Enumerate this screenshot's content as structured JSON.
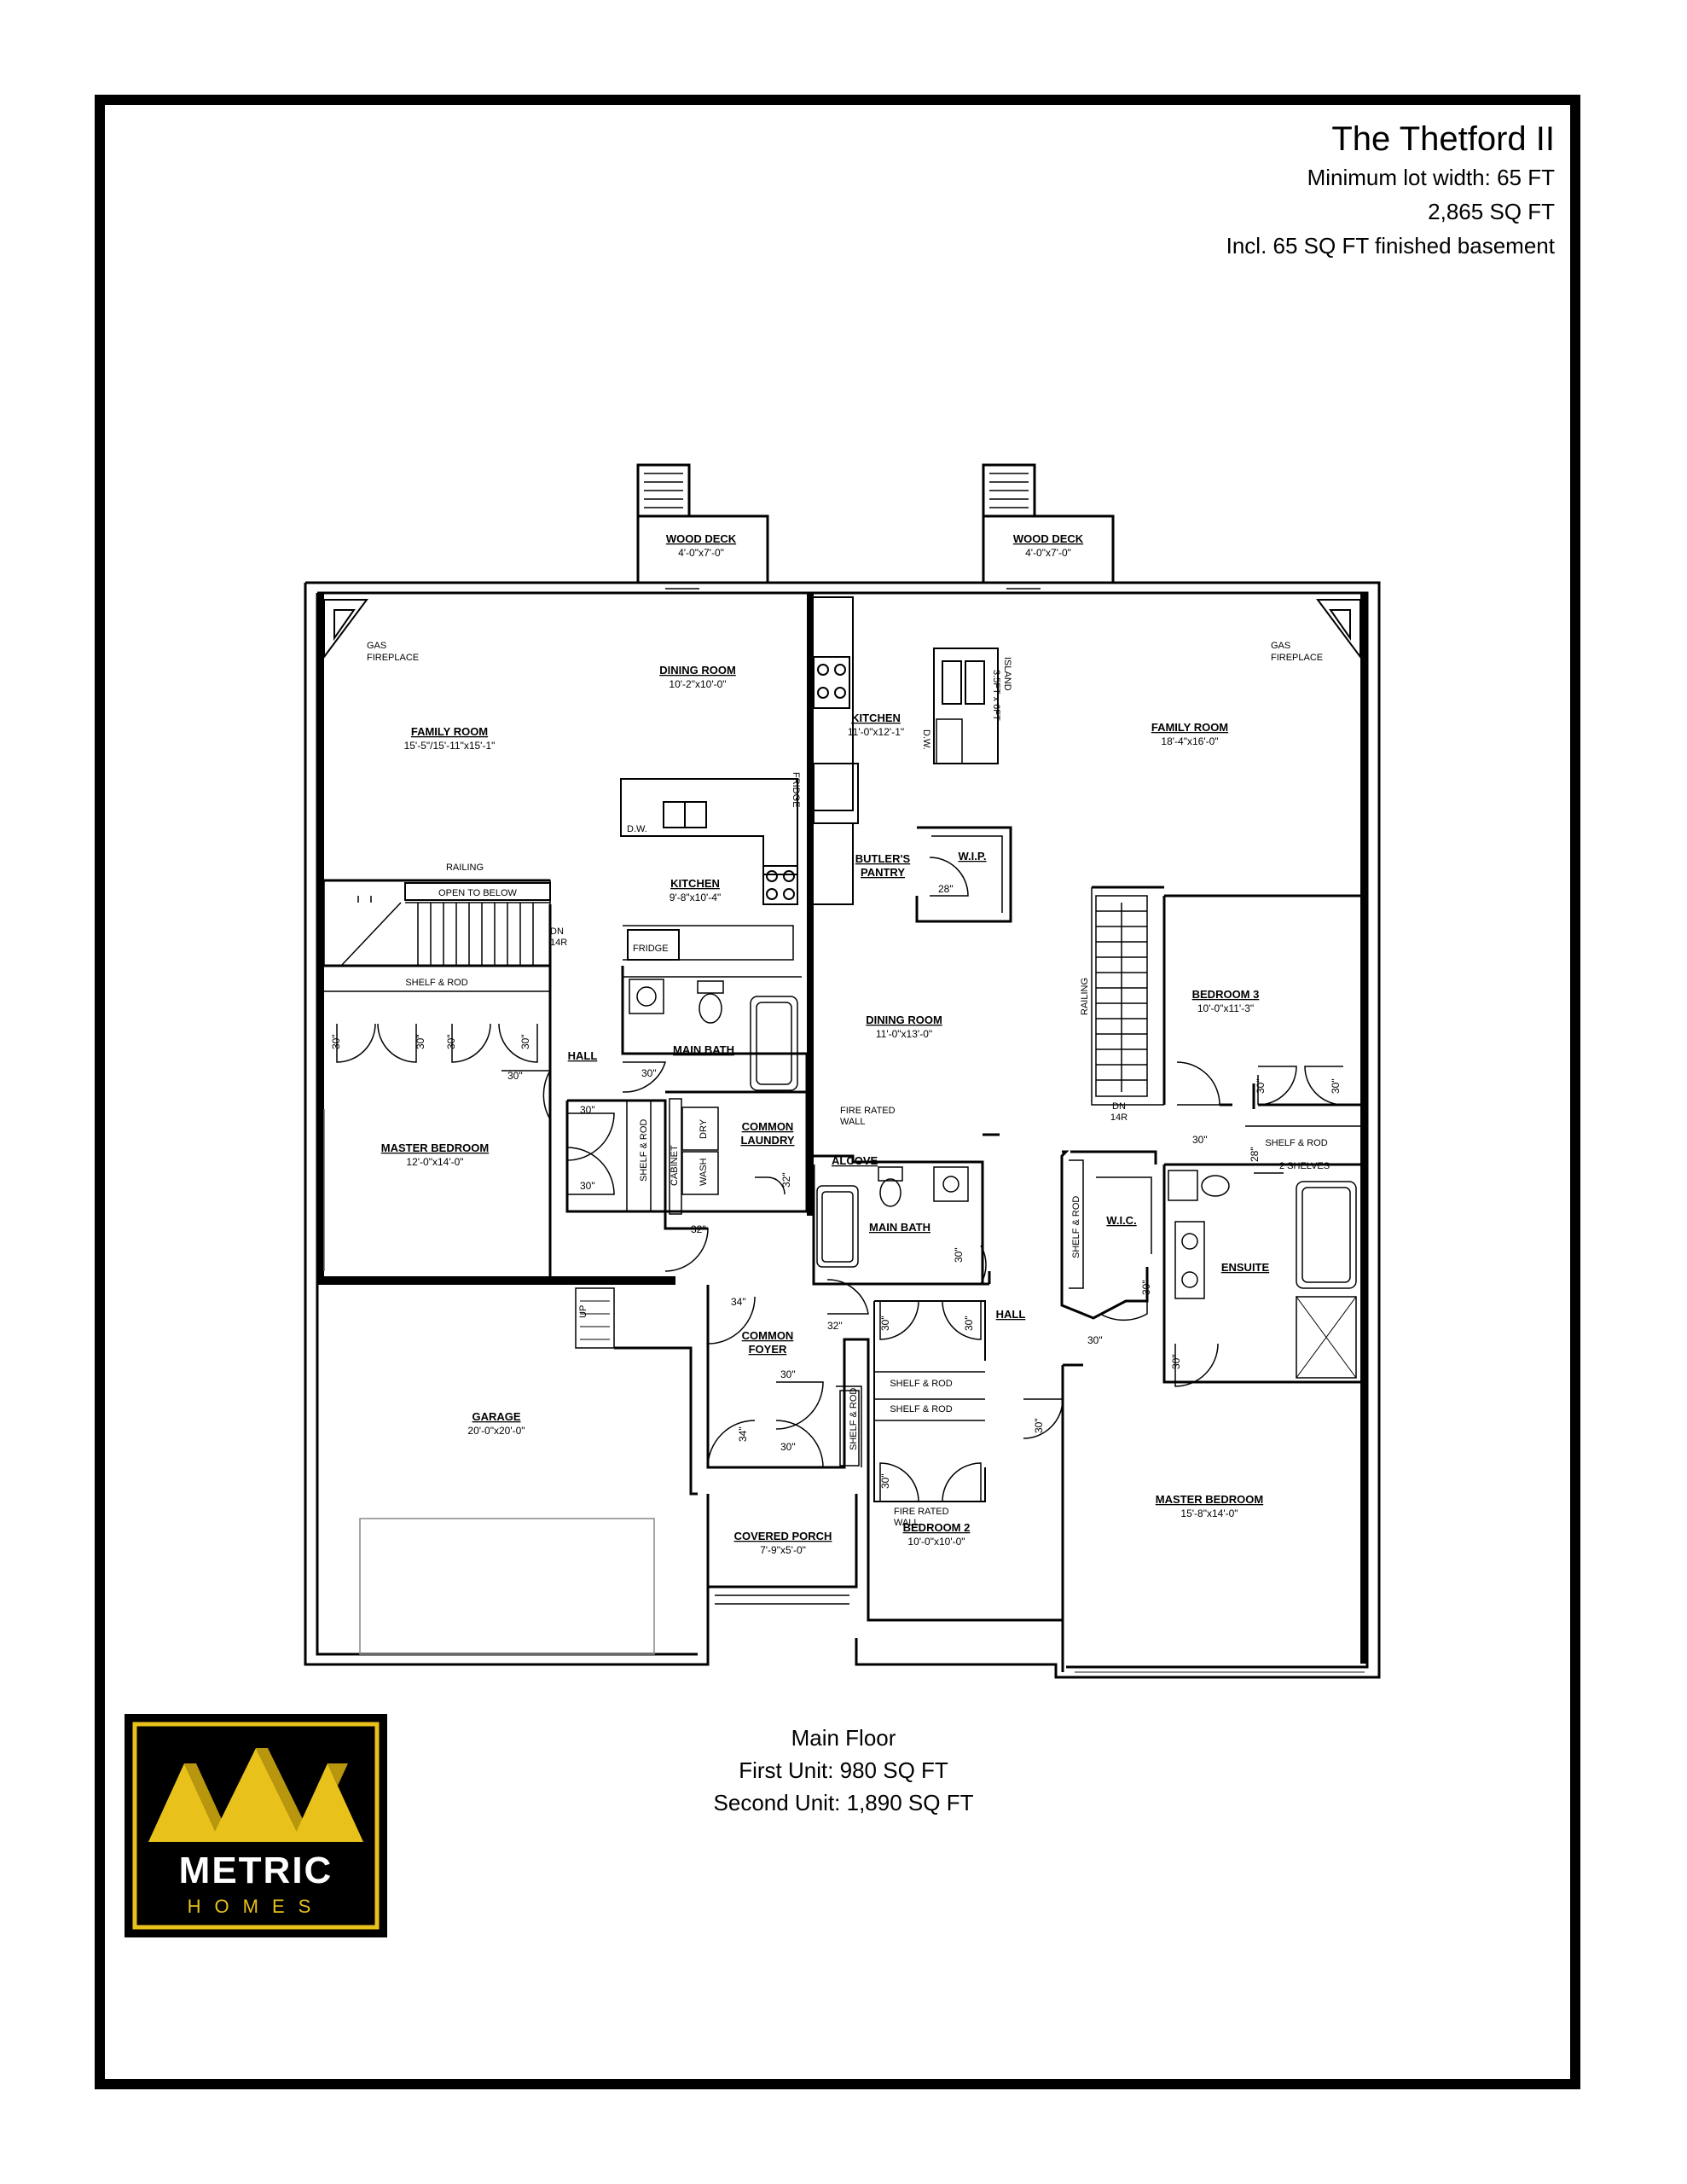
{
  "header": {
    "title": "The Thetford II",
    "lot_width": "Minimum lot width: 65 FT",
    "sq_ft": "2,865 SQ FT",
    "basement": "Incl. 65 SQ FT finished basement"
  },
  "footer": {
    "floor": "Main Floor",
    "unit1": "First Unit: 980 SQ FT",
    "unit2": "Second Unit: 1,890 SQ FT"
  },
  "logo": {
    "word1": "METRIC",
    "word2": "HOMES",
    "bg": "#000000",
    "gold": "#e8c21a"
  },
  "rooms": {
    "deck_l": {
      "name": "WOOD DECK",
      "dim": "4'-0\"x7'-0\""
    },
    "deck_r": {
      "name": "WOOD DECK",
      "dim": "4'-0\"x7'-0\""
    },
    "fireplace_l": {
      "line1": "GAS",
      "line2": "FIREPLACE"
    },
    "fireplace_r": {
      "line1": "GAS",
      "line2": "FIREPLACE"
    },
    "dining_l": {
      "name": "DINING ROOM",
      "dim": "10'-2\"x10'-0\""
    },
    "family_l": {
      "name": "FAMILY ROOM",
      "dim": "15'-5\"/15'-11\"x15'-1\""
    },
    "kitchen_l": {
      "name": "KITCHEN",
      "dim": "9'-8\"x10'-4\""
    },
    "kitchen_r": {
      "name": "KITCHEN",
      "dim": "11'-0\"x12'-1\""
    },
    "family_r": {
      "name": "FAMILY ROOM",
      "dim": "18'-4\"x16'-0\""
    },
    "butler": {
      "line1": "BUTLER'S",
      "line2": "PANTRY"
    },
    "wip": {
      "name": "W.I.P."
    },
    "dining_r": {
      "name": "DINING ROOM",
      "dim": "11'-0\"x13'-0\""
    },
    "bed3": {
      "name": "BEDROOM 3",
      "dim": "10'-0\"x11'-3\""
    },
    "main_bath_l": {
      "name": "MAIN BATH"
    },
    "main_bath_r": {
      "name": "MAIN BATH"
    },
    "master_l": {
      "name": "MASTER BEDROOM",
      "dim": "12'-0\"x14'-0\""
    },
    "laundry": {
      "line1": "COMMON",
      "line2": "LAUNDRY"
    },
    "alcove": {
      "name": "ALCOVE"
    },
    "wic": {
      "name": "W.I.C."
    },
    "ensuite": {
      "name": "ENSUITE"
    },
    "hall_l": {
      "name": "HALL"
    },
    "hall_r": {
      "name": "HALL"
    },
    "garage": {
      "name": "GARAGE",
      "dim": "20'-0\"x20'-0\""
    },
    "foyer": {
      "line1": "COMMON",
      "line2": "FOYER"
    },
    "porch": {
      "name": "COVERED PORCH",
      "dim": "7'-9\"x5'-0\""
    },
    "bed2": {
      "name": "BEDROOM 2",
      "dim": "10'-0\"x10'-0\""
    },
    "master_r": {
      "name": "MASTER BEDROOM",
      "dim": "15'-8\"x14'-0\""
    }
  },
  "notes": {
    "railing_l": "RAILING",
    "open_below": "OPEN TO BELOW",
    "dn_l": "DN",
    "risers_l": "14R",
    "shelf_rod_l": "SHELF & ROD",
    "fridge_l": "FRIDGE",
    "dw_l": "D.W.",
    "fridge_r": "FRIDGE",
    "dw_r": "D.W.",
    "island": "ISLAND",
    "island_dim": "3.5FT x 6FT",
    "railing_r": "RAILING",
    "dn_r": "DN",
    "risers_r": "14R",
    "shelf_rod_bed3": "SHELF & ROD",
    "two_shelves": "2 SHELVES",
    "fire_wall_1": "FIRE RATED",
    "fire_wall_1b": "WALL",
    "fire_wall_2": "FIRE RATED",
    "fire_wall_2b": "WALL",
    "cabinet": "CABINET",
    "dry": "DRY",
    "wash": "WASH",
    "shelf_rod_v1": "SHELF & ROD",
    "shelf_rod_v2": "SHELF & ROD",
    "shelf_rod_wic": "SHELF & ROD",
    "shelf_rod_h1": "SHELF & ROD",
    "shelf_rod_h2": "SHELF & ROD",
    "up": "UP"
  },
  "doors": {
    "d1": "30\"",
    "d2": "30\"",
    "d3": "30\"",
    "d4": "30\"",
    "d5": "30\"",
    "d6": "30\"",
    "d7": "30\"",
    "d8": "32\"",
    "d9": "32\"",
    "d10": "34\"",
    "d11": "32\"",
    "d12": "30\"",
    "d13": "34\"",
    "d14": "30\"",
    "d15": "28\"",
    "d16": "30\"",
    "d17": "30\"",
    "d18": "30\"",
    "d19": "30\"",
    "d20": "30\"",
    "d21": "30\"",
    "d22": "30\"",
    "d23": "30\"",
    "d24": "28\"",
    "d25": "30\"",
    "d26": "30\""
  }
}
